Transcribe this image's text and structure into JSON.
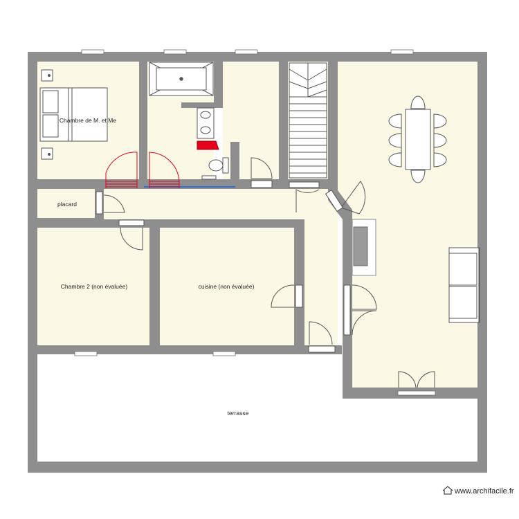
{
  "rooms": {
    "bedroom_main": "Chambre de M. et Me",
    "closet": "placard",
    "bedroom_2": "Chambre 2 (non évaluée)",
    "kitchen": "cuisine (non évaluée)",
    "terrace": "terrasse"
  },
  "watermark": "www.archifacile.fr",
  "colors": {
    "room_fill": "#fbf8e6",
    "wall": "#8e8e8e",
    "outline": "#6f6f6f",
    "red_fixture": "#e2001a",
    "blue_line": "#2a6fd6"
  },
  "icons": [
    "logo-house-icon"
  ]
}
